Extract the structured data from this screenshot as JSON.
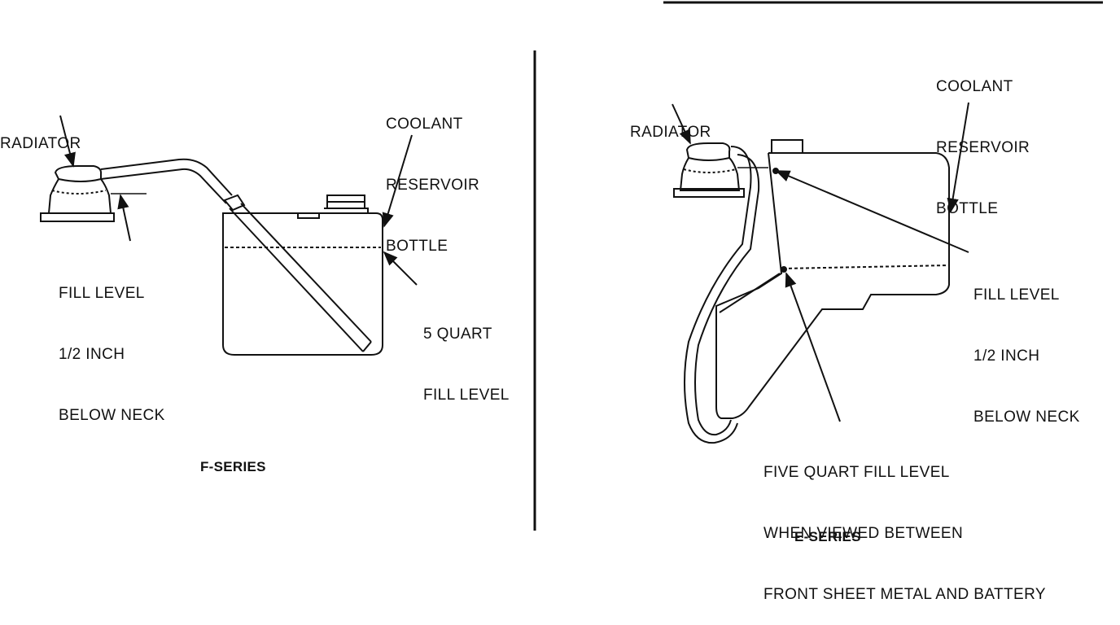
{
  "figure": {
    "left": {
      "radiator_label": "RADIATOR",
      "bottle_label": [
        "COOLANT",
        "RESERVOIR",
        "BOTTLE"
      ],
      "fill_level_label": [
        "FILL LEVEL",
        "1/2 INCH",
        "BELOW NECK"
      ],
      "quart_label": [
        "5 QUART",
        "FILL LEVEL"
      ],
      "caption": "F-SERIES"
    },
    "right": {
      "radiator_label": "RADIATOR",
      "bottle_label": [
        "COOLANT",
        "RESERVOIR",
        "BOTTLE"
      ],
      "fill_level_label": [
        "FILL LEVEL",
        "1/2 INCH",
        "BELOW NECK"
      ],
      "quart_label": [
        "FIVE QUART FILL LEVEL",
        "WHEN VIEWED BETWEEN",
        "FRONT SHEET METAL AND BATTERY"
      ],
      "caption": "E-SERIES"
    }
  }
}
